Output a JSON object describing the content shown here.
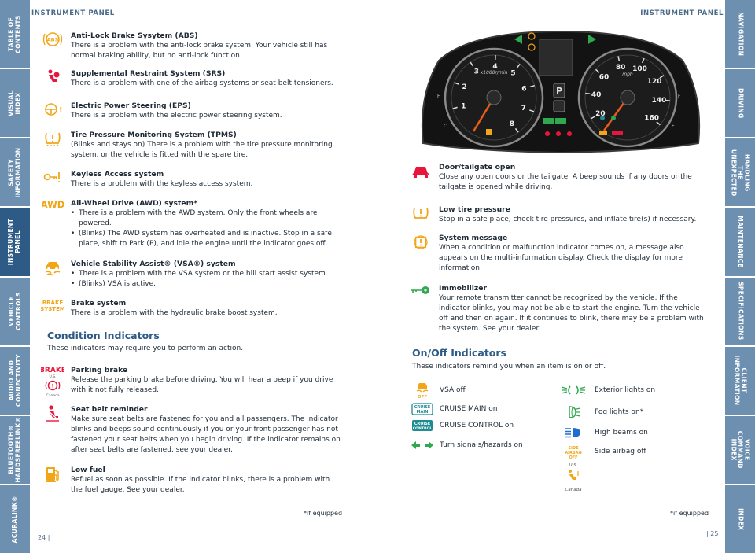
{
  "left_tabs": [
    "TABLE OF\nCONTENTS",
    "VISUAL INDEX",
    "SAFETY\nINFORMATION",
    "INSTRUMENT\nPANEL",
    "VEHICLE\nCONTROLS",
    "AUDIO AND\nCONNECTIVITY",
    "BLUETOOTH®\nHANDSFREELINK®",
    "ACURALINK®"
  ],
  "right_tabs": [
    "NAVIGATION",
    "DRIVING",
    "HANDLING THE\nUNEXPECTED",
    "MAINTENANCE",
    "SPECIFICATIONS",
    "CLIENT\nINFORMATION",
    "VOICE COMMAND\nINDEX",
    "INDEX"
  ],
  "header_left": "INSTRUMENT PANEL",
  "header_right": "INSTRUMENT PANEL",
  "left_entries": [
    {
      "icon": "abs-icon",
      "title": "Anti-Lock Brake Sysytem (ABS)",
      "desc": "There is a problem with the anti-lock brake system. Your vehicle still has normal braking ability, but no anti-lock function."
    },
    {
      "icon": "srs-icon",
      "title": "Supplemental Restraint System (SRS)",
      "desc": "There is a problem with one of the airbag systems or seat belt tensioners."
    },
    {
      "icon": "eps-icon",
      "title": "Electric Power Steering (EPS)",
      "desc": "There is a problem with the electric power steering system."
    },
    {
      "icon": "tpms-icon",
      "title": "Tire Pressure Monitoring System (TPMS)",
      "desc": "(Blinks and stays on) There is a problem with the tire pressure monitoring system, or the vehicle is fitted with the spare tire."
    },
    {
      "icon": "keyless-icon",
      "title": "Keyless Access system",
      "desc": "There is a problem with the keyless access system."
    },
    {
      "icon": "awd-icon",
      "title": "All-Wheel Drive (AWD) system*",
      "bullets": [
        "There is a problem with the AWD system. Only the front wheels are powered.",
        "(Blinks) The AWD system has overheated and is inactive. Stop in a safe place, shift to Park (P), and idle the engine until the indicator goes off."
      ]
    },
    {
      "icon": "vsa-icon",
      "title": "Vehicle Stability Assist® (VSA®) system",
      "bullets": [
        "There is a problem with the VSA system or the hill start assist system.",
        "(Blinks) VSA is active."
      ]
    },
    {
      "icon": "brake-system-icon",
      "title": "Brake system",
      "desc": "There is a problem with the hydraulic brake boost system."
    }
  ],
  "icon_text": {
    "awd": "AWD",
    "brake_system_1": "BRAKE",
    "brake_system_2": "SYSTEM",
    "brake": "BRAKE",
    "us": "U.S.",
    "canada": "Canada",
    "cruise": "CRUISE",
    "main": "MAIN",
    "control": "CONTROL",
    "side": "SIDE",
    "airbag": "AIRBAG",
    "off": "OFF"
  },
  "condition": {
    "title": "Condition Indicators",
    "subtitle": "These indicators may require you to perform an action.",
    "entries": [
      {
        "icon": "parking-brake-icon",
        "title": "Parking brake",
        "desc": "Release the parking brake before driving. You will hear a beep if you drive with it not fully released."
      },
      {
        "icon": "seat-belt-icon",
        "title": "Seat belt reminder",
        "desc": "Make sure seat belts are fastened for you and all passengers. The indicator blinks and beeps sound continuously if you or your front passenger has not fastened your seat belts when you begin driving. If the indicator remains on after seat belts are fastened, see your dealer."
      },
      {
        "icon": "fuel-icon",
        "title": "Low fuel",
        "desc": "Refuel as soon as possible. If the indicator blinks, there is a problem with the fuel gauge. See your dealer."
      }
    ]
  },
  "footnote_left": "*if equipped",
  "footnote_right": "*if equipped",
  "page_left": "24  |",
  "page_right": "|  25",
  "cluster": {
    "tach_numbers": [
      "1",
      "2",
      "3",
      "4",
      "5",
      "6",
      "7",
      "8"
    ],
    "tach_unit": "x1000r/min",
    "speed_numbers": [
      "20",
      "40",
      "60",
      "80",
      "100",
      "120",
      "140",
      "160"
    ],
    "speed_unit": "mph",
    "gear": "P"
  },
  "right_entries": [
    {
      "icon": "door-icon",
      "title": "Door/tailgate open",
      "desc": "Close any open doors or the tailgate. A beep sounds if any doors or the tailgate is opened while driving."
    },
    {
      "icon": "low-tire-icon",
      "title": "Low tire pressure",
      "desc": "Stop in a safe place, check tire pressures, and inflate tire(s) if necessary."
    },
    {
      "icon": "system-message-icon",
      "title": "System message",
      "desc": "When a condition or malfunction indicator comes on, a message also appears on the multi-information display. Check the display for more information."
    },
    {
      "icon": "immobilizer-icon",
      "title": "Immobilizer",
      "desc": "Your remote transmitter cannot be recognized by the vehicle. If the indicator blinks, you may not be able to start the engine. Turn the vehicle off and then on again. If it continues to blink, there may be a problem with the system. See your dealer."
    }
  ],
  "onoff": {
    "title": "On/Off Indicators",
    "subtitle": "These indicators remind you when an item is on or off.",
    "left": [
      {
        "icon": "vsa-off-icon",
        "label": "VSA off"
      },
      {
        "icon": "cruise-main-icon",
        "label": "CRUISE MAIN on"
      },
      {
        "icon": "cruise-control-icon",
        "label": "CRUISE CONTROL on"
      },
      {
        "icon": "turn-signal-icon",
        "label": "Turn signals/hazards on"
      }
    ],
    "right": [
      {
        "icon": "exterior-lights-icon",
        "label": "Exterior lights on"
      },
      {
        "icon": "fog-lights-icon",
        "label": "Fog lights on*"
      },
      {
        "icon": "high-beam-icon",
        "label": "High beams on"
      },
      {
        "icon": "side-airbag-off-icon",
        "label": "Side airbag off"
      }
    ]
  },
  "colors": {
    "amber": "#f2a516",
    "red": "#e8163a",
    "green": "#2fa84f",
    "blue": "#1f6fd1",
    "teal": "#1e8c92",
    "tab": "#6d8fb0",
    "heading": "#2e5b86"
  }
}
